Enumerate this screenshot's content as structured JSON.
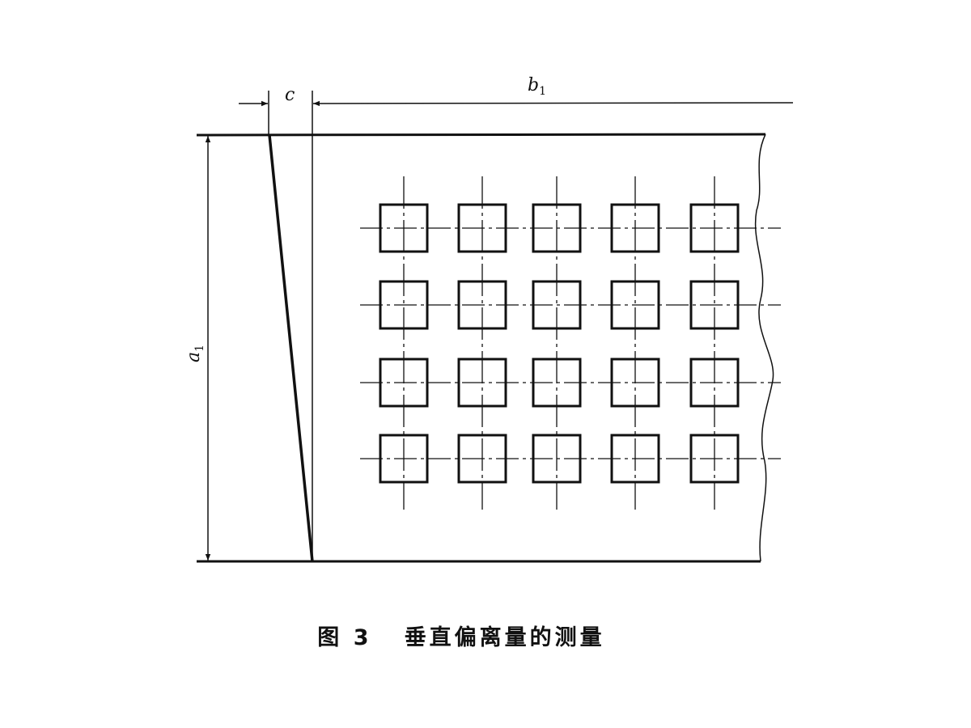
{
  "labels": {
    "c": "c",
    "b": "b",
    "b_sub": "1",
    "a": "a",
    "a_sub": "1"
  },
  "caption": {
    "figure_no": "图 3",
    "title": "垂直偏离量的测量"
  },
  "grid": {
    "rows": 4,
    "columns": 5
  },
  "colors": {
    "ink": "#111111",
    "background": "#ffffff"
  }
}
